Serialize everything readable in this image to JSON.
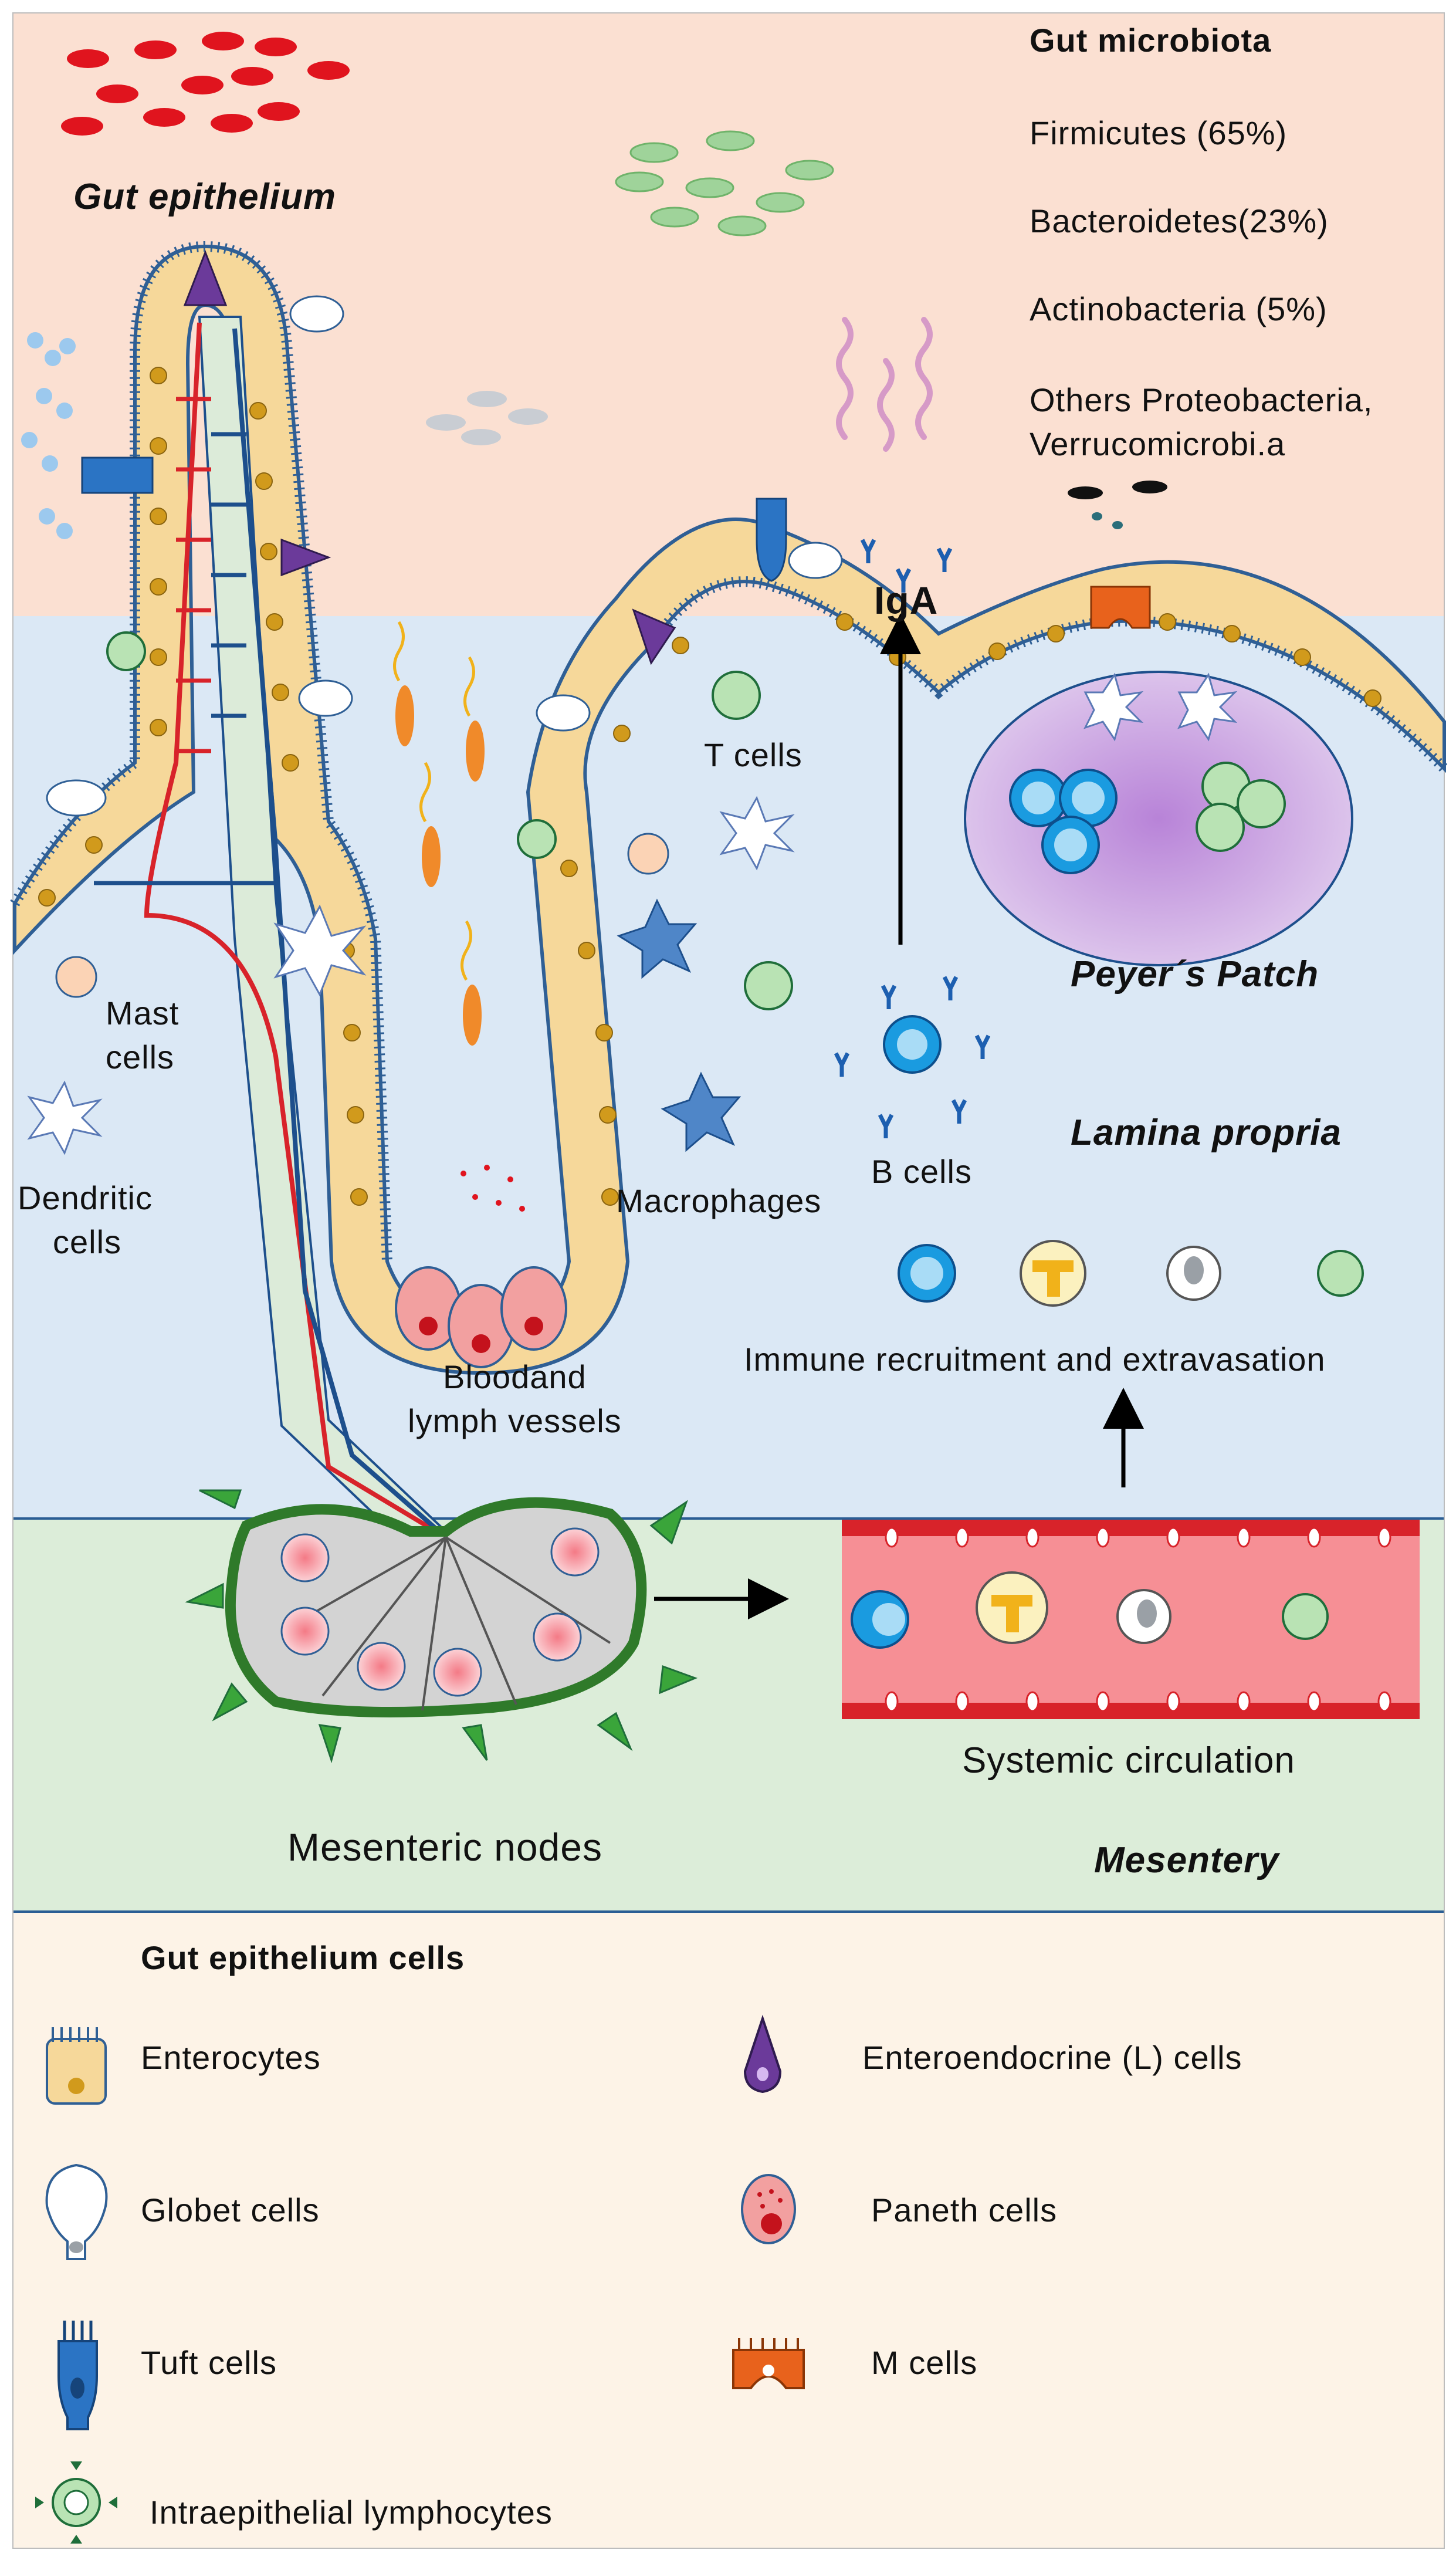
{
  "microbiota": {
    "heading": "Gut microbiota",
    "items": [
      "Firmicutes (65%)",
      "Bacteroidetes(23%)",
      "Actinobacteria (5%)",
      "Others Proteobacteria,",
      "Verrucomicrobi.a"
    ]
  },
  "regions": {
    "gut_epithelium": "Gut epithelium",
    "peyers_patch": "Peyer´s Patch",
    "lamina_propria": "Lamina propria",
    "mesentery": "Mesentery"
  },
  "cells": {
    "t_cells": "T cells",
    "b_cells": "B cells",
    "mast_1": "Mast",
    "mast_2": "cells",
    "dendritic_1": "Dendritic",
    "dendritic_2": "cells",
    "macrophages": "Macrophages",
    "iga": "IgA"
  },
  "vessels": {
    "line1": "Bloodand",
    "line2": "lymph vessels"
  },
  "circulation": {
    "recruitment": "Immune recruitment and extravasation",
    "systemic": "Systemic  circulation",
    "nodes": "Mesenteric nodes"
  },
  "legend": {
    "heading": "Gut epithelium cells",
    "left": [
      "Enterocytes",
      "Globet cells",
      "Tuft cells",
      "Intraepithelial  lymphocytes"
    ],
    "right": [
      "Enteroendocrine (L) cells",
      "Paneth cells",
      "M cells"
    ]
  },
  "colors": {
    "lumen": "#fbe0d2",
    "lamina_propria": "#dbe8f5",
    "mesentery": "#dcedd9",
    "legend_bg": "#fdf3e7",
    "epithelium_cell": "#f6d89a",
    "nucleus": "#d19a1c",
    "blood": "#d8232a",
    "lymph": "#1d4f8c",
    "peyer": "#cda6df"
  }
}
